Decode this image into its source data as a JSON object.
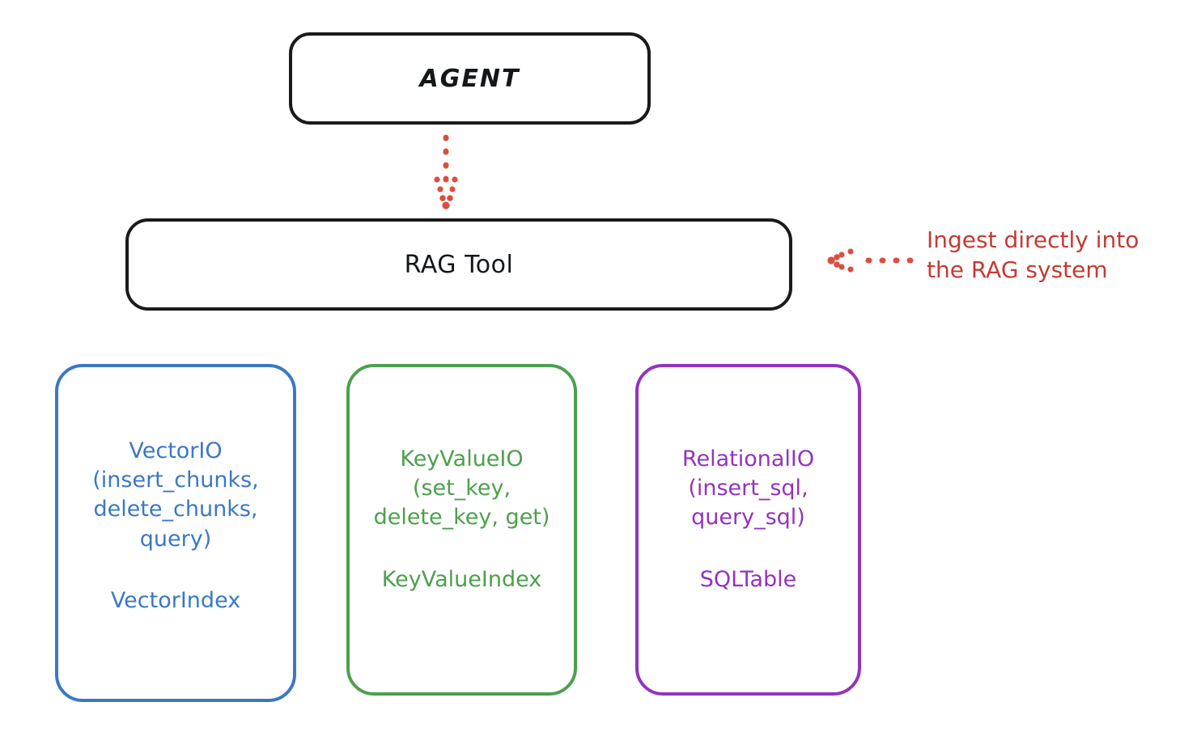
{
  "diagram": {
    "title_nodes": {
      "agent": {
        "label": "AGENT",
        "color": "#1a1a1a"
      },
      "rag_tool": {
        "label": "RAG Tool",
        "color": "#1a1a1a"
      }
    },
    "providers": [
      {
        "id": "vector",
        "api": "VectorIO\n(insert_chunks,\ndelete_chunks,\nquery)",
        "index": "VectorIndex",
        "color": "#3b78c4"
      },
      {
        "id": "keyvalue",
        "api": "KeyValueIO\n(set_key,\ndelete_key, get)",
        "index": "KeyValueIndex",
        "color": "#4ca04d"
      },
      {
        "id": "relational",
        "api": "RelationalIO\n(insert_sql,\nquery_sql)",
        "index": "SQLTable",
        "color": "#9333bf"
      }
    ],
    "annotations": [
      {
        "id": "ingest",
        "text": "Ingest directly into\nthe RAG system",
        "color": "#c43b32"
      }
    ],
    "connectors": [
      {
        "id": "agent-to-ragtool",
        "style": "dotted",
        "direction": "down",
        "color": "#d9503f"
      },
      {
        "id": "ingest-to-ragtool",
        "style": "dotted",
        "direction": "left",
        "color": "#d9503f"
      }
    ]
  }
}
